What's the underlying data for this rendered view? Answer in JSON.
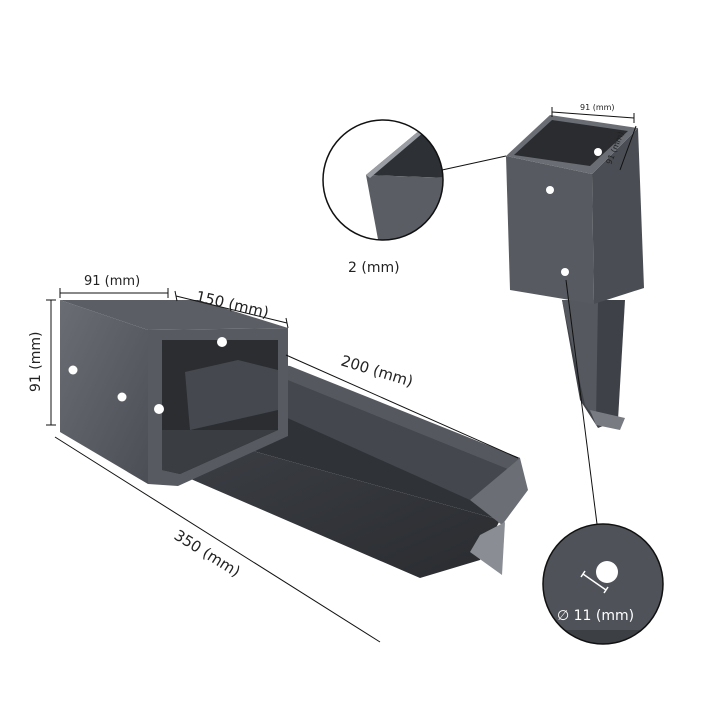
{
  "colors": {
    "steel_light": "#5e6268",
    "steel_mid": "#4a4e54",
    "steel_dark": "#34373c",
    "steel_darkest": "#26282c",
    "line": "#111111",
    "background": "#ffffff"
  },
  "labels": {
    "width_top_left": "91 (mm)",
    "length_150": "150 (mm)",
    "height_left": "91 (mm)",
    "spike_200": "200 (mm)",
    "total_350": "350 (mm)",
    "thickness": "2 (mm)",
    "top_width_right": "91 (mm)",
    "top_depth_right": "91 (mm)",
    "hole_diameter": "∅ 11 (mm)"
  }
}
